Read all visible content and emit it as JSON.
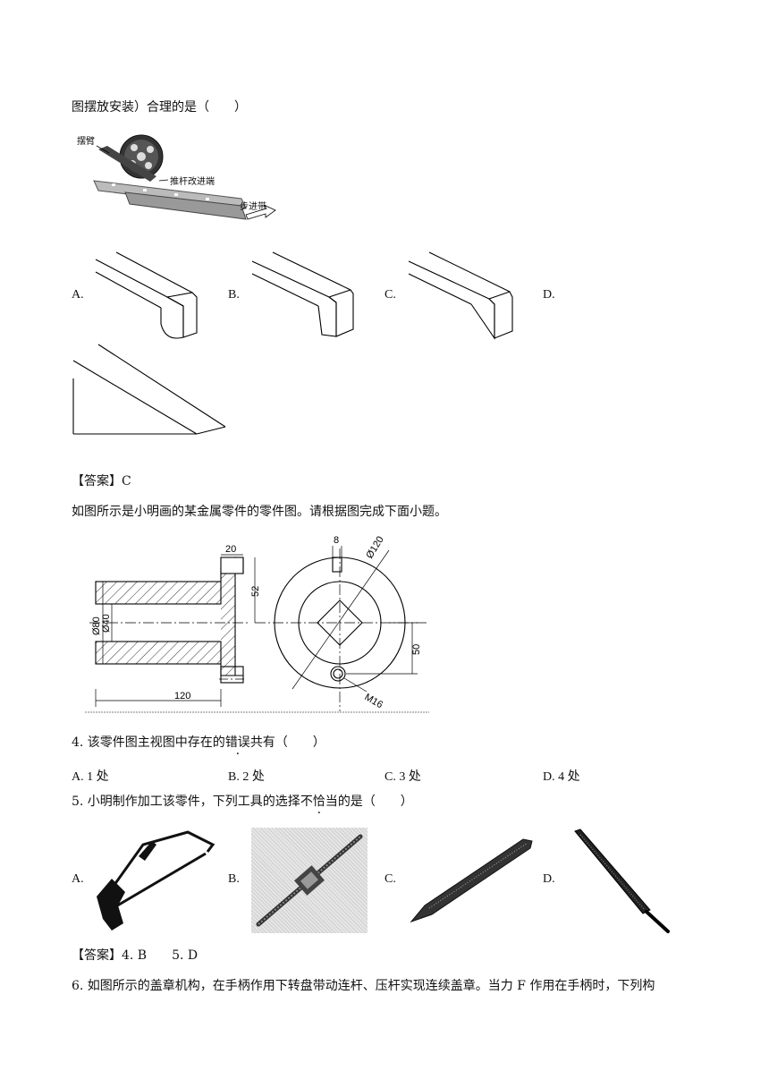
{
  "q3_stem_tail": "图摆放安装）合理的是（　　）",
  "q3_figure_labels": {
    "arm": "摆臂",
    "push_rod": "推杆改进端",
    "belt": "步进带"
  },
  "q3_options": [
    "A.",
    "B.",
    "C.",
    "D."
  ],
  "q3_answer": "【答案】C",
  "intro": "如图所示是小明画的某金属零件的零件图。请根据图完成下面小题。",
  "drawing_dims": {
    "d20": "20",
    "d52": "52",
    "d80": "Ø80",
    "d40": "Ø40",
    "d120": "120",
    "d8": "8",
    "dphi120": "Ø120",
    "d50": "50",
    "m16": "M16"
  },
  "q4": {
    "stem_pre": "4. 该零件图主视图中存在的",
    "stem_dot": "错误",
    "stem_post": "共有（　　）",
    "options": [
      "A. 1 处",
      "B. 2 处",
      "C. 3 处",
      "D. 4 处"
    ]
  },
  "q5": {
    "stem_pre": "5. 小明制作加工该零件，下列工具的选择",
    "stem_dot": "不恰当",
    "stem_post": "的是（　　）",
    "options": [
      "A.",
      "B.",
      "C.",
      "D."
    ]
  },
  "answer_45": "【答案】4. B　　5. D",
  "q6_stem": "6. 如图所示的盖章机构，在手柄作用下转盘带动连杆、压杆实现连续盖章。当力 F 作用在手柄时，下列构"
}
